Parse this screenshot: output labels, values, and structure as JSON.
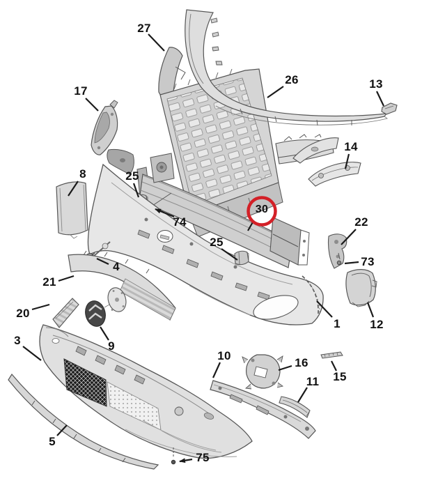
{
  "diagram": {
    "type": "exploded-parts-diagram",
    "subject": "front bumper assembly",
    "background_color": "#ffffff",
    "label_color": "#111111",
    "leader_color": "#1a1a1a",
    "palette": {
      "part_fill": "#dcdcdc",
      "part_fill_mid": "#cfcfcf",
      "part_fill_dark": "#a8a8a8",
      "part_stroke": "#555555",
      "emblem_fill": "#474747",
      "mesh_dark": "#1c1c1c"
    },
    "highlight": {
      "part_number": "30",
      "ring_color": "#d32027"
    },
    "callouts": [
      {
        "number": "27"
      },
      {
        "number": "17"
      },
      {
        "number": "26"
      },
      {
        "number": "13"
      },
      {
        "number": "14"
      },
      {
        "number": "8"
      },
      {
        "number": "25"
      },
      {
        "number": "74"
      },
      {
        "number": "30"
      },
      {
        "number": "25"
      },
      {
        "number": "22"
      },
      {
        "number": "73"
      },
      {
        "number": "4"
      },
      {
        "number": "21"
      },
      {
        "number": "20"
      },
      {
        "number": "9"
      },
      {
        "number": "1"
      },
      {
        "number": "12"
      },
      {
        "number": "3"
      },
      {
        "number": "10"
      },
      {
        "number": "16"
      },
      {
        "number": "15"
      },
      {
        "number": "11"
      },
      {
        "number": "5"
      },
      {
        "number": "75"
      }
    ]
  }
}
